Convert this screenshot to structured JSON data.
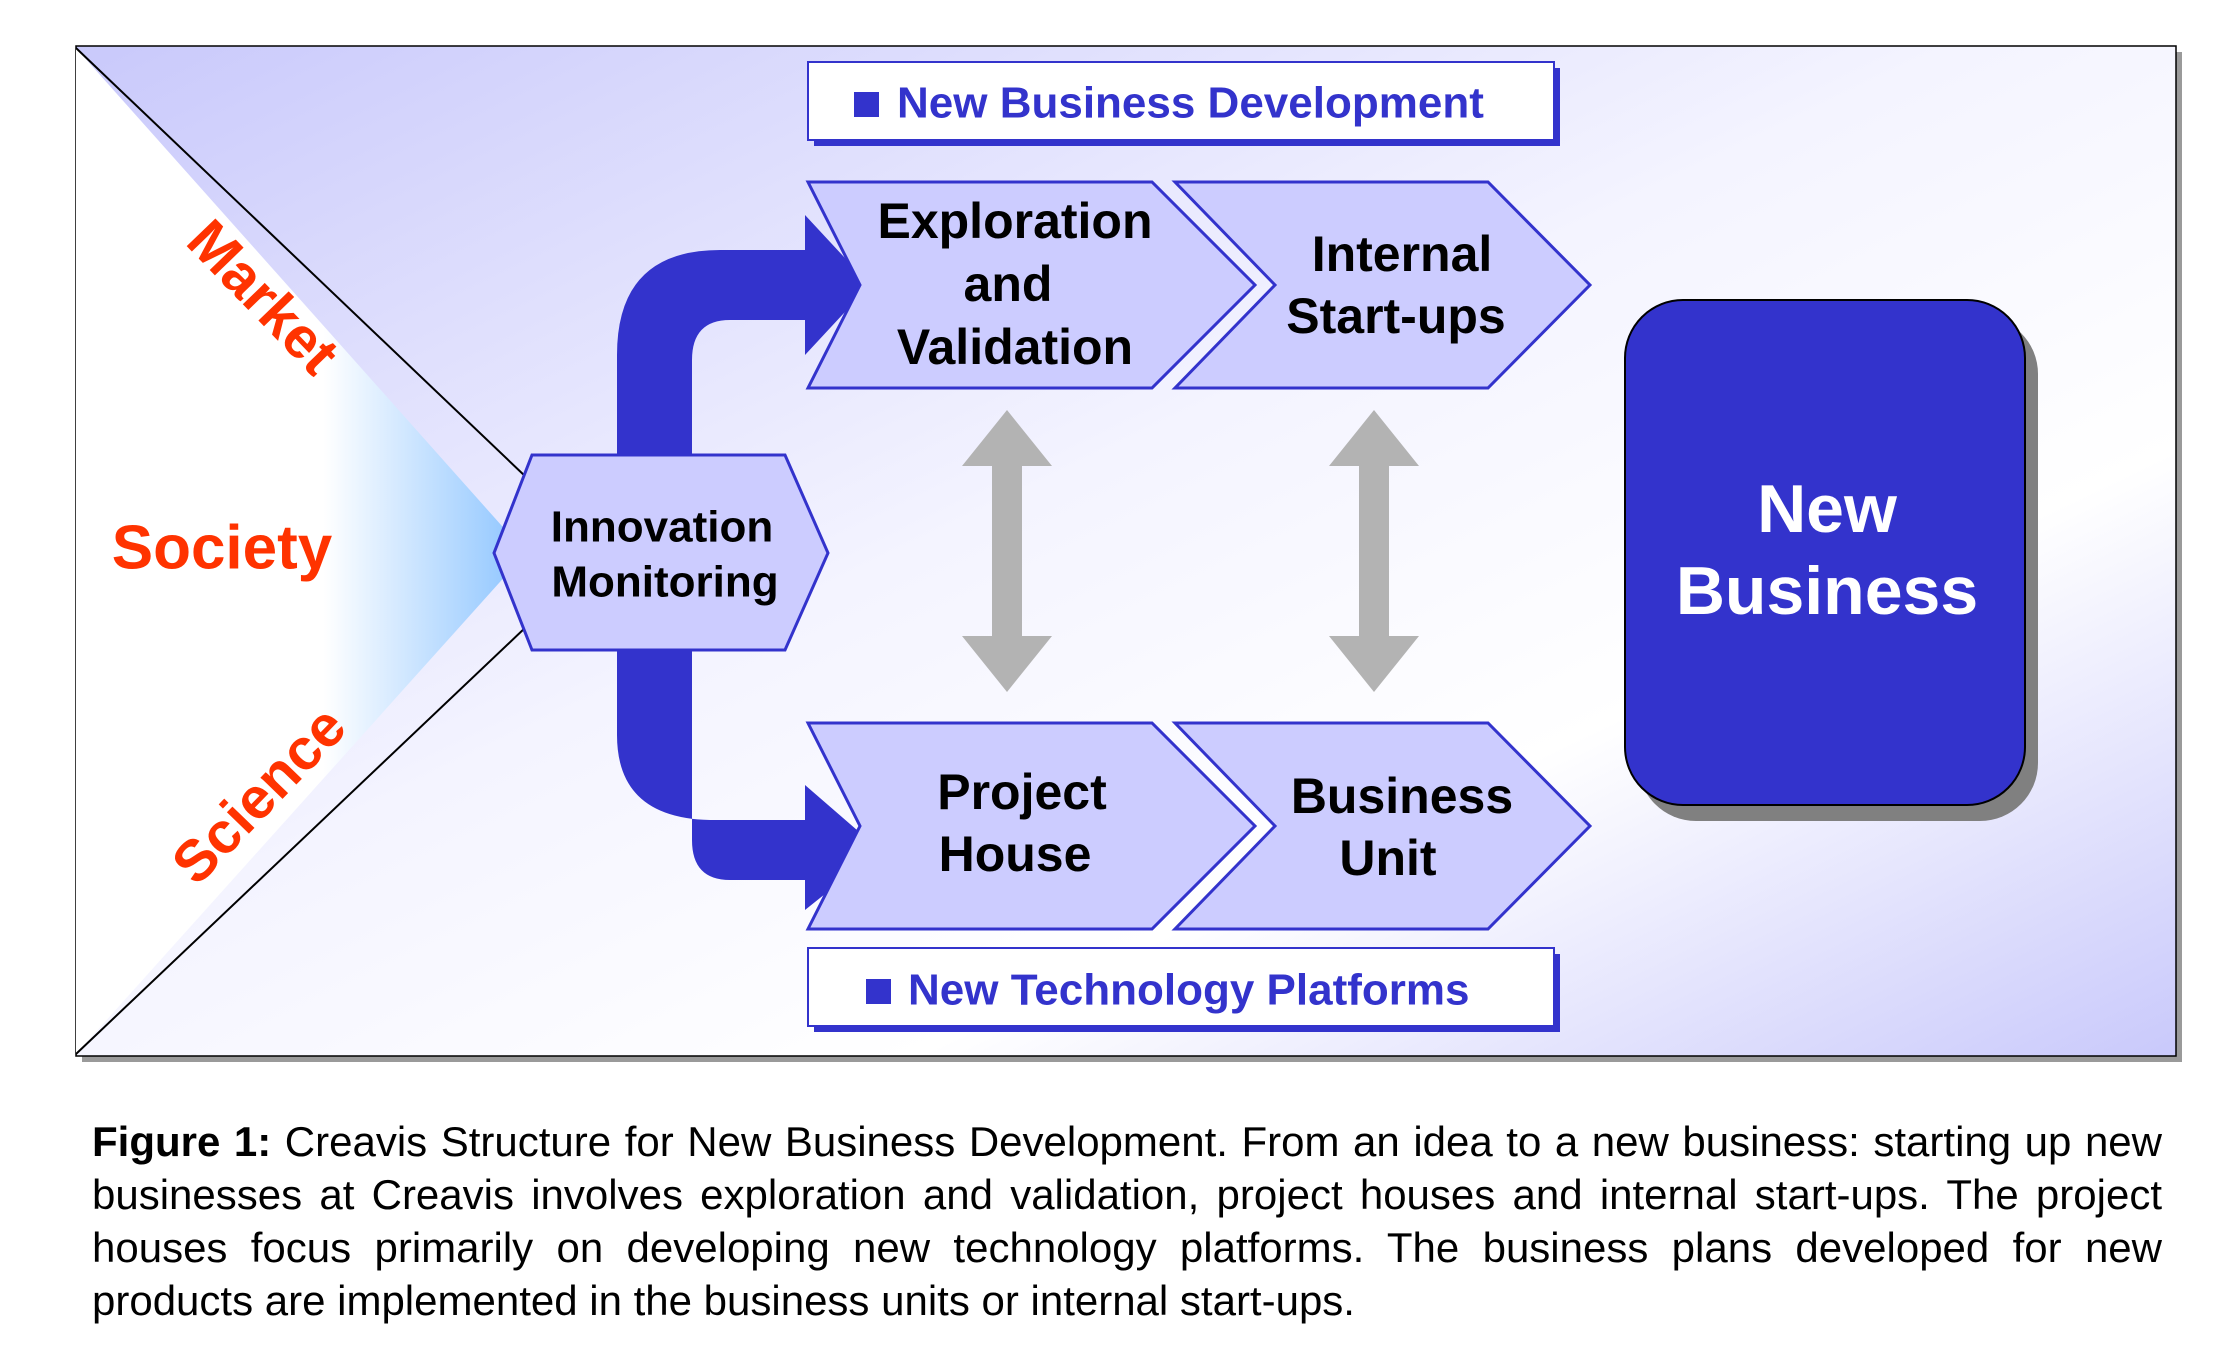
{
  "forces": {
    "market": "Market",
    "society": "Society",
    "science": "Science"
  },
  "headers": {
    "top": "New Business Development",
    "bottom": "New Technology Platforms"
  },
  "nodes": {
    "innovation_monitoring": {
      "line1": "Innovation",
      "line2": "Monitoring"
    },
    "exploration_validation": {
      "line1": "Exploration",
      "line2": "and",
      "line3": "Validation"
    },
    "internal_startups": {
      "line1": "Internal",
      "line2": "Start-ups"
    },
    "project_house": {
      "line1": "Project",
      "line2": "House"
    },
    "business_unit": {
      "line1": "Business",
      "line2": "Unit"
    },
    "new_business": {
      "line1": "New",
      "line2": "Business"
    }
  },
  "caption": {
    "label": "Figure 1:",
    "text": " Creavis Structure for New Business Development. From an idea to a new business: starting up new businesses at Creavis involves exploration and validation, project houses and internal start-ups. The project houses focus primarily on developing new technology platforms. The business plans developed for new products are implemented in the business units or internal start-ups."
  },
  "colors": {
    "accent_blue": "#3333cc",
    "chevron_fill": "#ccccff",
    "force_red": "#ff3300",
    "double_arrow_gray": "#b3b3b3",
    "shadow_gray": "#808080"
  }
}
